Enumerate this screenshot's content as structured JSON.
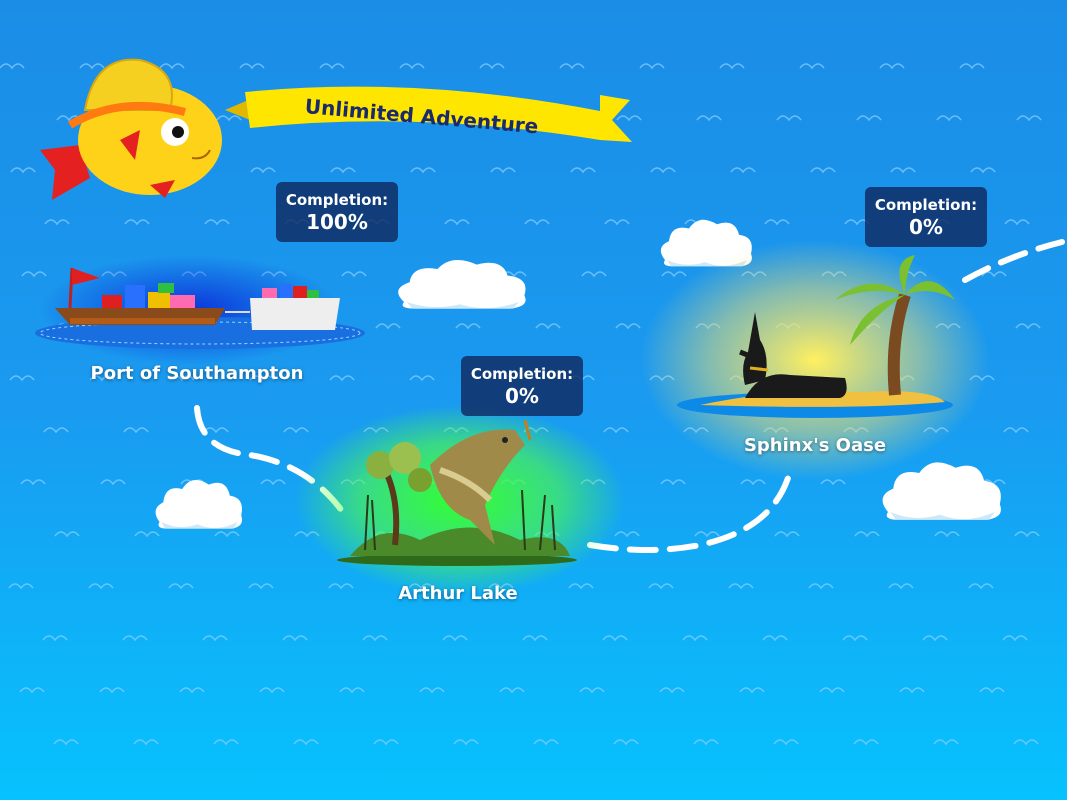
{
  "title": "Unlimited Adventure",
  "locations": [
    {
      "name": "Port of Southampton",
      "completion_label": "Completion:",
      "completion_value": "100%"
    },
    {
      "name": "Arthur Lake",
      "completion_label": "Completion:",
      "completion_value": "0%"
    },
    {
      "name": "Sphinx's Oase",
      "completion_label": "Completion:",
      "completion_value": "0%"
    }
  ],
  "colors": {
    "sky_top": "#1b8de6",
    "sky_bottom": "#06c2fd",
    "banner": "#ffe600",
    "badge": "#102a60"
  }
}
